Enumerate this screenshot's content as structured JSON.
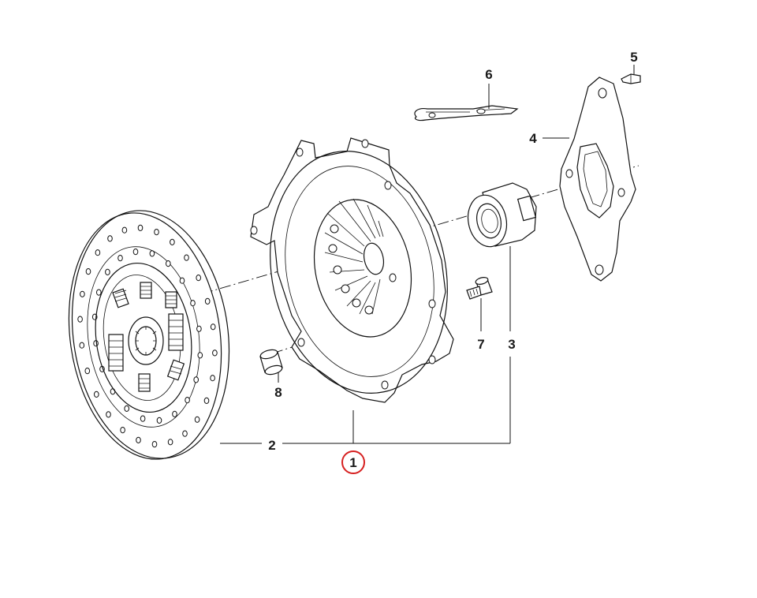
{
  "diagram": {
    "callouts": [
      {
        "id": "1",
        "label": "1",
        "highlighted": true
      },
      {
        "id": "2",
        "label": "2"
      },
      {
        "id": "3",
        "label": "3"
      },
      {
        "id": "4",
        "label": "4"
      },
      {
        "id": "5",
        "label": "5"
      },
      {
        "id": "6",
        "label": "6"
      },
      {
        "id": "7",
        "label": "7"
      },
      {
        "id": "8",
        "label": "8"
      }
    ],
    "highlight_color": "#d62020",
    "line_color": "#111111"
  }
}
